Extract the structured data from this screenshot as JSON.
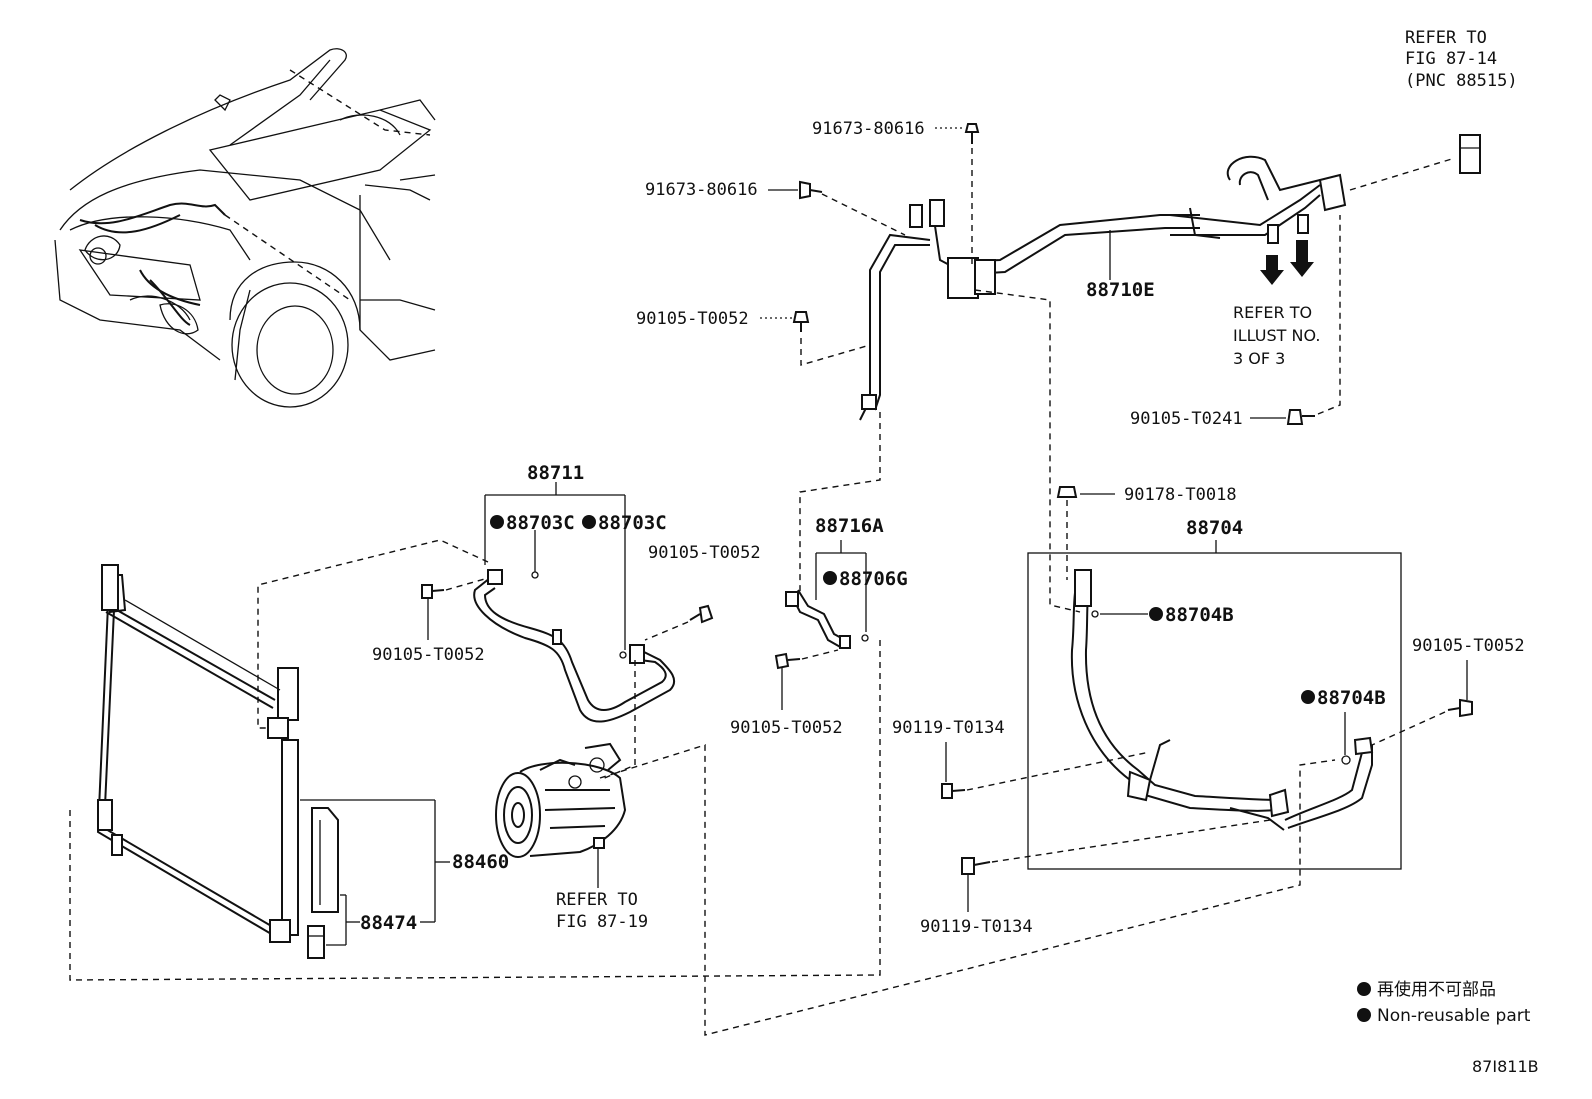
{
  "callouts": {
    "refer_fig_87_14_l1": "REFER TO",
    "refer_fig_87_14_l2": "FIG 87-14",
    "refer_fig_87_14_l3": "(PNC 88515)",
    "bolt_91673_top": "91673-80616",
    "bolt_91673_left": "91673-80616",
    "pipe_88710e": "88710E",
    "refer_illust_l1": "REFER TO",
    "refer_illust_l2": "ILLUST NO.",
    "refer_illust_l3": "3 OF 3",
    "bolt_90105_t0052_upper": "90105-T0052",
    "bolt_90105_t0241": "90105-T0241",
    "hose_88711": "88711",
    "oring_88703c_a": "88703C",
    "oring_88703c_b": "88703C",
    "bolt_90105_t0052_mid": "90105-T0052",
    "bolt_90105_t0052_left": "90105-T0052",
    "tube_88716a": "88716A",
    "oring_88706g": "88706G",
    "bolt_90105_t0052_lower": "90105-T0052",
    "nut_90178_t0018": "90178-T0018",
    "tube_88704": "88704",
    "oring_88704b_a": "88704B",
    "oring_88704b_b": "88704B",
    "bolt_90105_t0052_right": "90105-T0052",
    "bolt_90119_t0134_upper": "90119-T0134",
    "bolt_90119_t0134_lower": "90119-T0134",
    "condenser_88460": "88460",
    "filter_88474": "88474",
    "refer_fig_87_19_l1": "REFER TO",
    "refer_fig_87_19_l2": "FIG 87-19"
  },
  "legend": {
    "line_cn": "再使用不可部品",
    "line_en": "Non-reusable part"
  },
  "figure_code": "87I811B"
}
